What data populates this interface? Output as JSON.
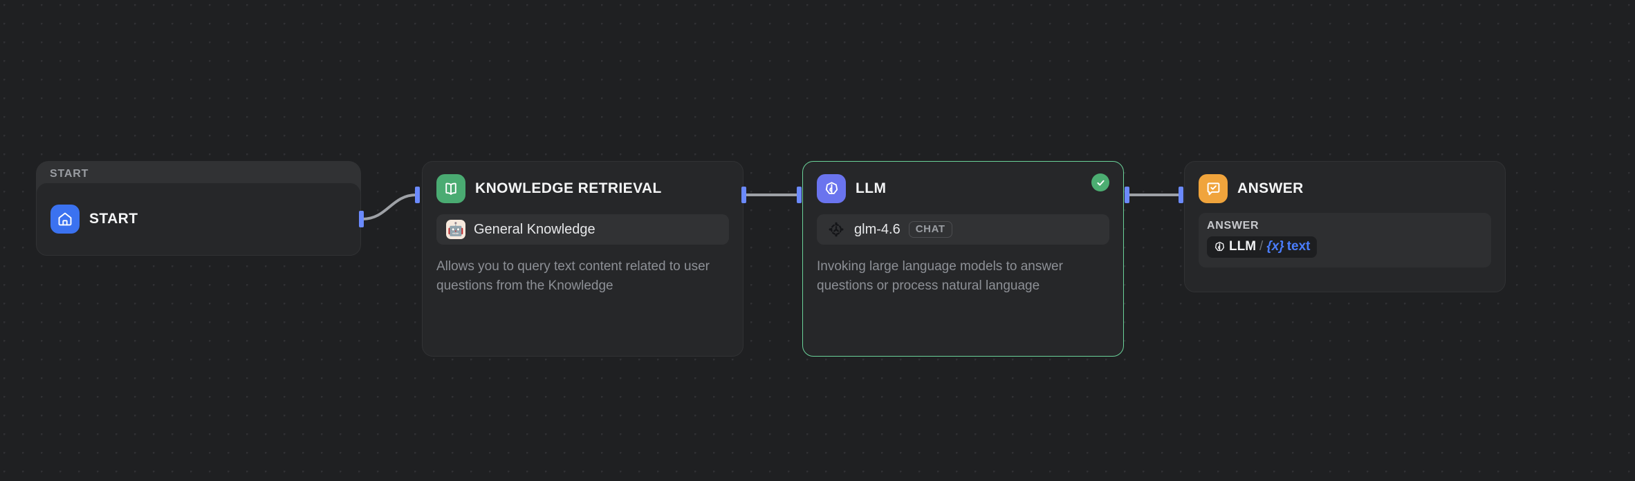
{
  "canvas": {
    "background_color": "#1f2022",
    "dot_color": "#303134"
  },
  "colors": {
    "accent_blue": "#6b8afd",
    "port_blue": "#6b8afd",
    "selected_border_green": "#6bd39a",
    "status_green": "#4cae72",
    "start_icon_bg": "#3b72f0",
    "knowledge_icon_bg": "#4aab72",
    "llm_icon_bg": "#6a74ee",
    "answer_icon_bg": "#f0a43c",
    "variable_blue": "#4a7dfc",
    "edge_line": "#9ea1a6"
  },
  "start_group": {
    "label": "START"
  },
  "nodes": [
    {
      "id": "start",
      "title": "START",
      "icon": "home-icon"
    },
    {
      "id": "knowledge-retrieval",
      "title": "KNOWLEDGE RETRIEVAL",
      "icon": "book-open-icon",
      "chip": {
        "emoji": "🤖",
        "label": "General Knowledge"
      },
      "description": "Allows you to query text content related to user questions from the Knowledge"
    },
    {
      "id": "llm",
      "title": "LLM",
      "icon": "llm-icon",
      "selected": true,
      "status": "success",
      "model": {
        "icon": "model-provider-icon",
        "name": "glm-4.6",
        "tag": "CHAT"
      },
      "description": "Invoking large language models to answer questions or process natural language"
    },
    {
      "id": "answer",
      "title": "ANSWER",
      "icon": "answer-bubble-icon",
      "field": {
        "label": "ANSWER",
        "variable": {
          "icon": "llm-icon",
          "source": "LLM",
          "separator": "/",
          "brace": "{x}",
          "name": "text"
        }
      }
    }
  ],
  "edges": [
    {
      "from": "start",
      "to": "knowledge-retrieval",
      "style": "curved"
    },
    {
      "from": "knowledge-retrieval",
      "to": "llm",
      "style": "straight"
    },
    {
      "from": "llm",
      "to": "answer",
      "style": "straight"
    }
  ]
}
